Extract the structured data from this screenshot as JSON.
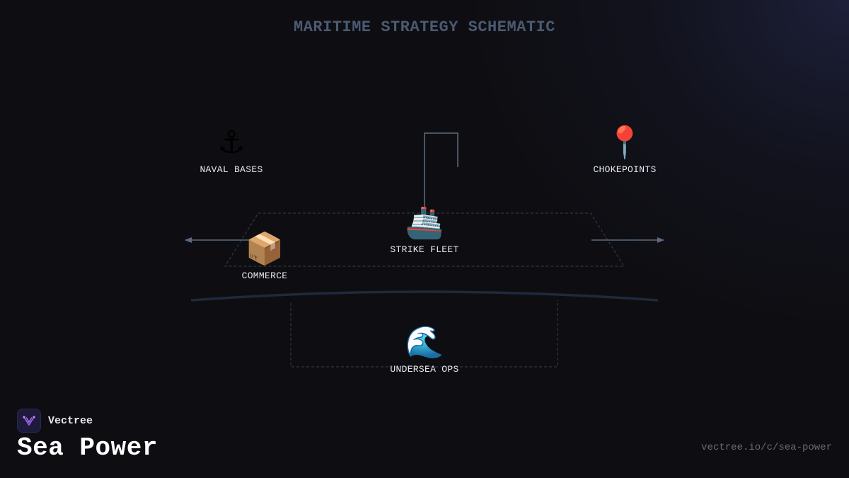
{
  "diagram": {
    "title": "MARITIME STRATEGY SCHEMATIC",
    "nodes": {
      "naval_bases": {
        "label": "NAVAL BASES",
        "icon": "anchor-icon",
        "glyph": "⚓"
      },
      "chokepoints": {
        "label": "CHOKEPOINTS",
        "icon": "map-pin-icon",
        "glyph": "📍"
      },
      "strike_fleet": {
        "label": "STRIKE FLEET",
        "icon": "ship-icon",
        "glyph": "🚢"
      },
      "commerce": {
        "label": "COMMERCE",
        "icon": "package-icon",
        "glyph": "📦"
      },
      "undersea_ops": {
        "label": "UNDERSEA OPS",
        "icon": "wave-icon",
        "glyph": "🌊"
      }
    }
  },
  "brand": {
    "name": "Vectree",
    "logo": "vectree-logo-icon",
    "accent": "#9b5cf0"
  },
  "page": {
    "heading": "Sea Power",
    "url": "vectree.io/c/sea-power"
  },
  "colors": {
    "background": "#0e0e12",
    "title": "#4a5a72",
    "line": "#5c6a82",
    "dashed": "#3a3f4a",
    "arc": "#1f2a3a"
  }
}
